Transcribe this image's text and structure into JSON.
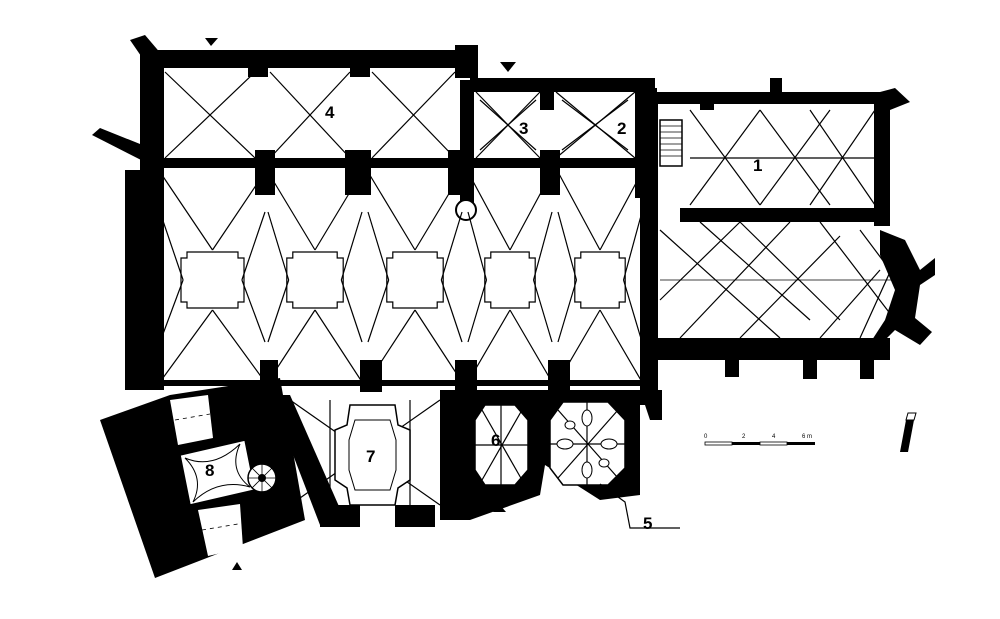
{
  "room_labels": {
    "r1": "1",
    "r2": "2",
    "r3": "3",
    "r4": "4",
    "r5": "5",
    "r6": "6",
    "r7": "7",
    "r8": "8"
  },
  "scale_bar": {
    "ticks": [
      "0",
      "2",
      "4",
      "6 m"
    ]
  }
}
